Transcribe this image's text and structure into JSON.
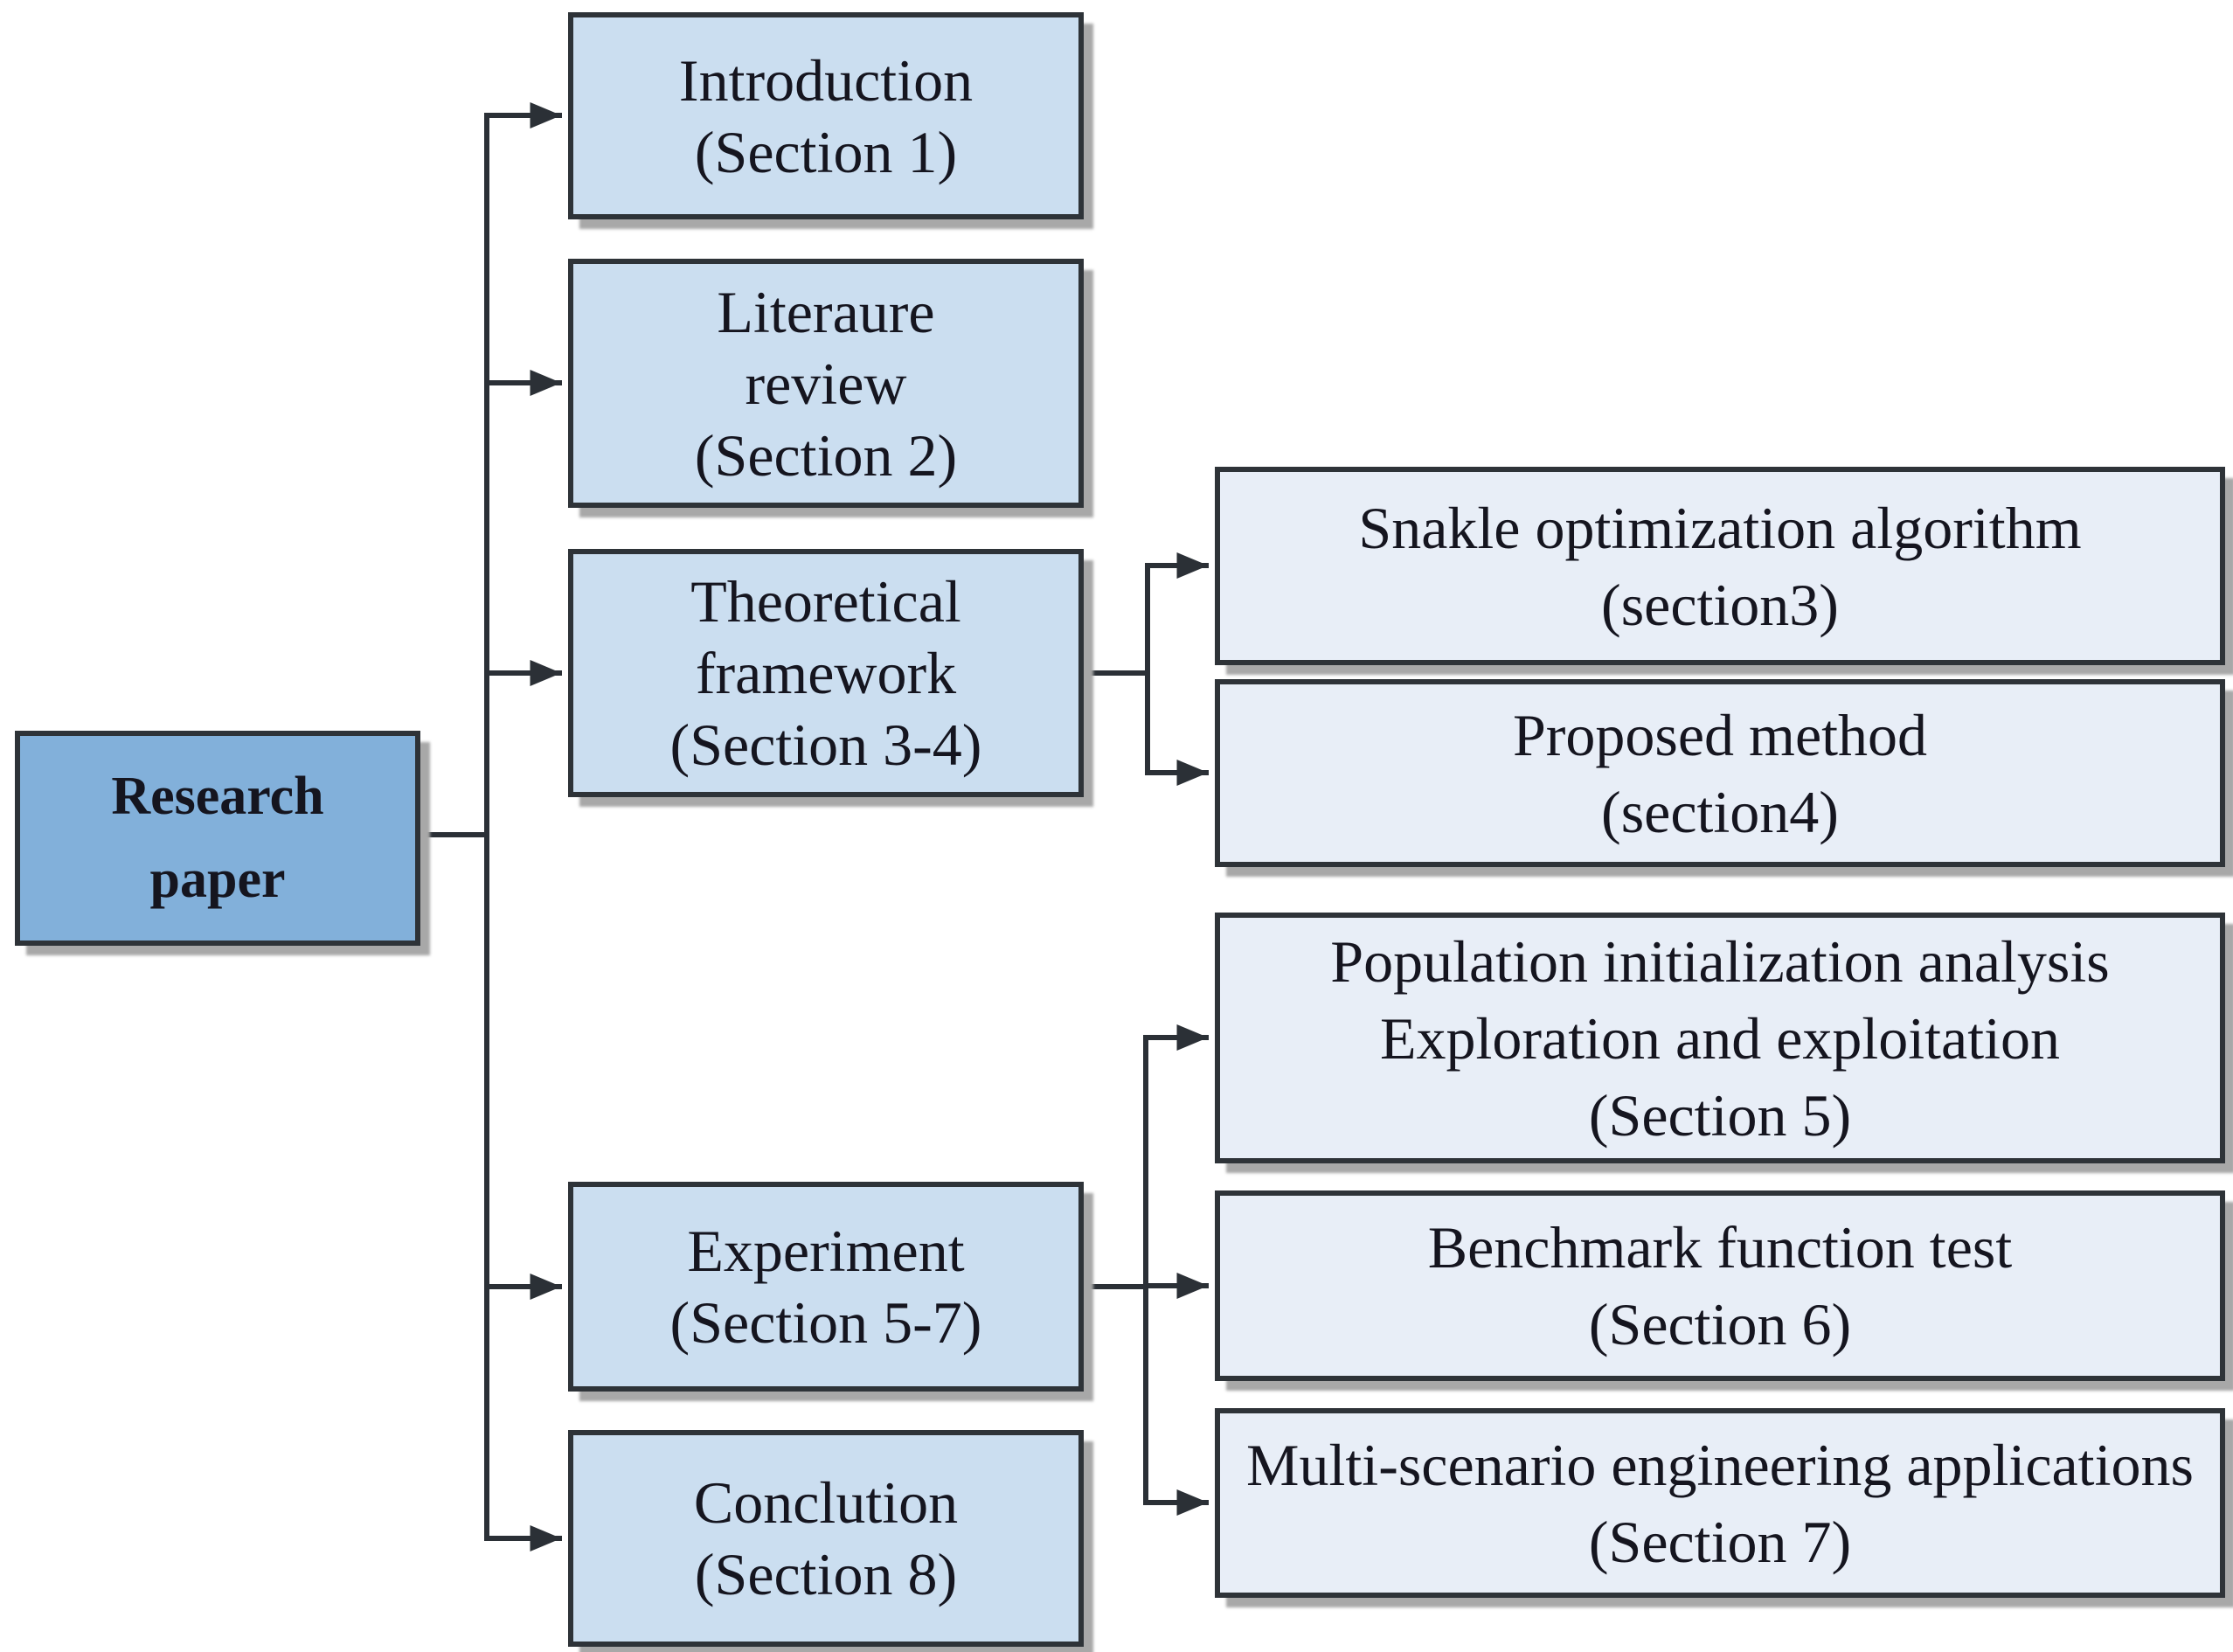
{
  "diagram_title": "Research paper structure flowchart",
  "colors": {
    "bg": "#ffffff",
    "root_fill": "#82b0da",
    "branch_fill": "#cbdef0",
    "leaf_fill": "#e8eef7",
    "border": "#2e3338",
    "line": "#2b3036",
    "shadow": "#a8a8a8",
    "text": "#15151f"
  },
  "boxes": {
    "research": {
      "line1": "Research",
      "line2": "paper"
    },
    "introduction": {
      "line1": "Introduction",
      "line2": "(Section 1)"
    },
    "literature": {
      "line1": "Literaure",
      "line2": "review",
      "line3": "(Section 2)"
    },
    "theoretical": {
      "line1": "Theoretical",
      "line2": "framework",
      "line3": "(Section 3-4)"
    },
    "experiment": {
      "line1": "Experiment",
      "line2": "(Section 5-7)"
    },
    "conclusion": {
      "line1": "Conclution",
      "line2": "(Section 8)"
    },
    "snake": {
      "line1": "Snakle optimization algorithm",
      "line2": "(section3)"
    },
    "proposed": {
      "line1": "Proposed method",
      "line2": "(section4)"
    },
    "population": {
      "line1": "Population initialization analysis",
      "line2": "Exploration and exploitation",
      "line3": "(Section 5)"
    },
    "benchmark": {
      "line1": "Benchmark function test",
      "line2": "(Section 6)"
    },
    "multiscenario": {
      "line1": "Multi-scenario engineering applications",
      "line2": "(Section 7)"
    }
  }
}
